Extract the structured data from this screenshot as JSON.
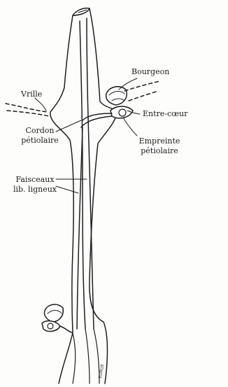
{
  "labels": {
    "bourgeon": "Bourgeon",
    "vrille": "Vrille",
    "entre_coeur": "Entre-cœur",
    "cordon_line1": "Cordon",
    "cordon_line2": "pétiolaire",
    "empreinte_line1": "Empreinte",
    "empreinte_line2": "pétiolaire",
    "faisceaux_line1": "Faisceaux",
    "faisceaux_line2": "lib. ligneux"
  },
  "signature": "EDRUE"
}
